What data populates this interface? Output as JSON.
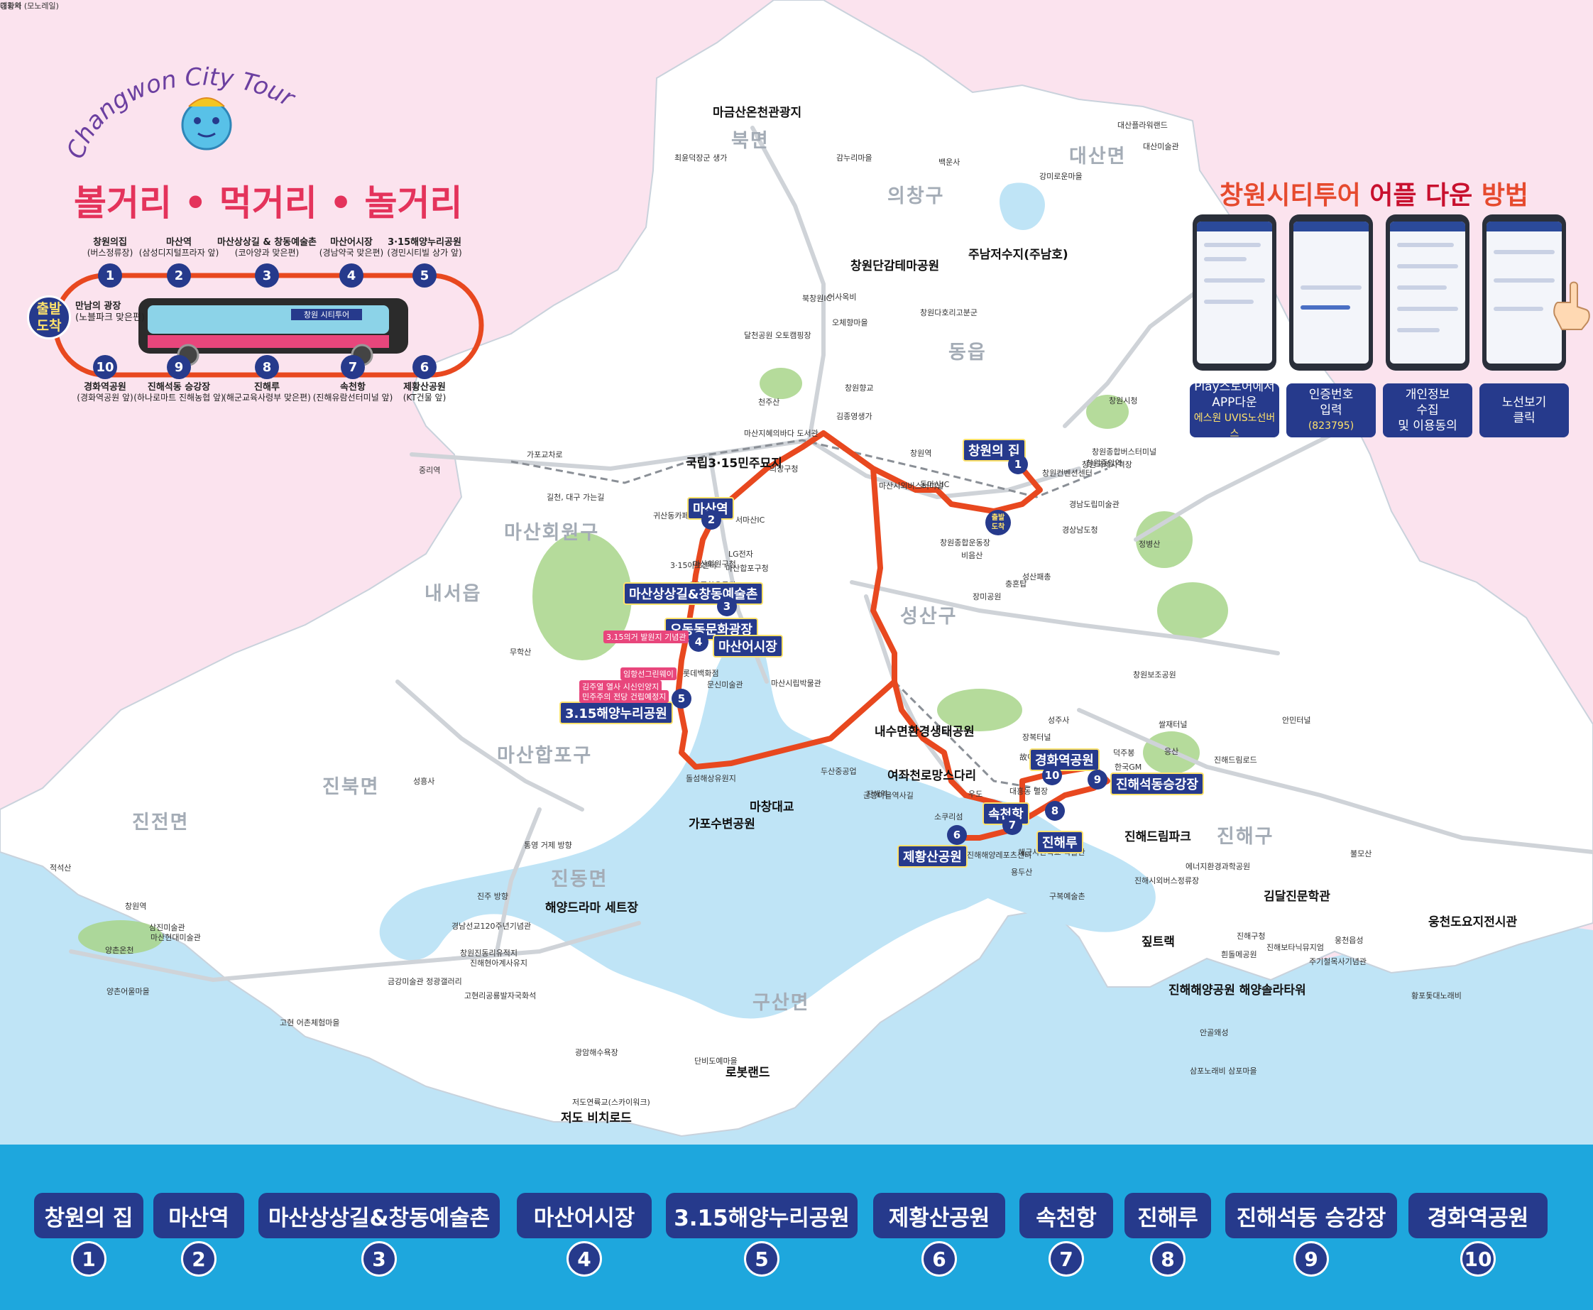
{
  "logo": {
    "script_text": "Changwon City Tour",
    "tagline": "볼거리 • 먹거리 • 놀거리"
  },
  "loop_route": {
    "start_badge": "출발\n도착",
    "meeting_point": {
      "name": "만남의 광장",
      "sub": "(노블파크 맞은편)"
    },
    "top_stops": [
      {
        "num": "1",
        "name": "창원의집",
        "sub": "(버스정류장)"
      },
      {
        "num": "2",
        "name": "마산역",
        "sub": "(삼성디지털프라자 앞)"
      },
      {
        "num": "3",
        "name": "마산상상길 & 창동예술촌",
        "sub": "(코아양과 맞은편)"
      },
      {
        "num": "4",
        "name": "마산어시장",
        "sub": "(경남약국 맞은편)"
      },
      {
        "num": "5",
        "name": "3·15해양누리공원",
        "sub": "(경민시티빌 상가 앞)"
      }
    ],
    "bottom_stops": [
      {
        "num": "10",
        "name": "경화역공원",
        "sub": "(경화역공원 앞)"
      },
      {
        "num": "9",
        "name": "진해석동 승강장",
        "sub": "(하나로마트 진해농협 앞)"
      },
      {
        "num": "8",
        "name": "진해루",
        "sub": "(해군교육사령부 맞은편)"
      },
      {
        "num": "7",
        "name": "속천항",
        "sub": "(진해유람선터미널 앞)"
      },
      {
        "num": "6",
        "name": "제황산공원",
        "sub": "(KT건물 앞)"
      }
    ],
    "bus_sign": "창원 시티투어"
  },
  "app_guide": {
    "title_prefix": "창원시티투어 ",
    "title_highlight": "어플 다운",
    "title_suffix": " 방법",
    "steps": [
      {
        "lines": [
          "Play스토어에서",
          "APP다운"
        ],
        "sub": "에스원 UVIS노선버스"
      },
      {
        "lines": [
          "인증번호",
          "입력"
        ],
        "sub": "(823795)"
      },
      {
        "lines": [
          "개인정보",
          "수집",
          "및 이용동의"
        ],
        "sub": ""
      },
      {
        "lines": [
          "노선보기",
          "클릭"
        ],
        "sub": ""
      }
    ]
  },
  "map": {
    "districts": [
      "북면",
      "대산면",
      "의창구",
      "동읍",
      "마산회원구",
      "내서읍",
      "성산구",
      "마산합포구",
      "진북면",
      "진전면",
      "진동면",
      "구산면",
      "진해구"
    ],
    "attractions": [
      "마금산온천관광지",
      "창원단감테마공원",
      "주남저수지(주남호)",
      "국립3·15민주묘지",
      "가포수변공원",
      "마창대교",
      "내수면환경생태공원",
      "여좌천로망스다리",
      "진해드림파크",
      "김달진문학관",
      "웅천도요지전시관",
      "해양드라마 세트장",
      "로봇랜드",
      "저도 비치로드",
      "진해해양공원 해양솔라타워",
      "짚트랙"
    ],
    "small_labels": [
      "최윤덕장군 생가",
      "감누리마을",
      "백운사",
      "대산플라워랜드",
      "대산미술관",
      "강미로운마을",
      "북창원IC",
      "어사옥비",
      "오체향마을",
      "창원다호리고분군",
      "달천공원 오토캠핑장",
      "천주산",
      "창원향교",
      "김종영생가",
      "마산지혜의바다 도서관",
      "창원역",
      "의창구청",
      "동마산IC",
      "마산시외버스터미널",
      "창원종합버스터미널",
      "창원컨벤션센터",
      "창원국제사격장",
      "경남도립미술관",
      "창원중앙역",
      "경상남도청",
      "창원시청",
      "정병산",
      "비음산",
      "창원종합운동장",
      "충혼탑",
      "성산패총",
      "장미공원",
      "LG전자",
      "3·15아트센터",
      "마산회원구청",
      "마산종합운동장",
      "마산합포구청",
      "롯데백화점",
      "문신미술관",
      "벽화마을",
      "마산시립박물관",
      "두산중공업",
      "돌섬해상유원지",
      "귀산동카페거리",
      "가포교차로",
      "서마산IC",
      "중리역",
      "길천, 대구 가는길",
      "내서JC",
      "무학산",
      "쌀재터널",
      "성주사",
      "장복터널",
      "창원보조공원",
      "덕주봉",
      "한국GM",
      "안민터널",
      "불모산",
      "진해드림로드",
      "응산",
      "성흥사",
      "창원역",
      "삼진미술관",
      "마산현대미술관",
      "양촌온천",
      "양촌어울마을",
      "적석산",
      "통영 거제 방향",
      "진주 방향",
      "경남선교120주년기념관",
      "창원진동리유적지",
      "진해현아계사유지",
      "금강미술관 정광갤러리",
      "고현리공룡발자국화석",
      "고현 어촌체험마을",
      "광암해수욕장",
      "단비도예마을",
      "저도연륙교(스카이워크)",
      "구복예술촌",
      "용두산",
      "진해해양레포츠센터",
      "해군사관학교 박물관",
      "진해시외버스정류장",
      "에너지환경과학공원",
      "진해구청",
      "진해보타닉뮤지엄",
      "웅천읍성",
      "주기철목사기념관",
      "황포돛대노래비",
      "흰돌메공원",
      "안골왜성",
      "삼포노래비 삼포마을",
      "우도",
      "소쿠리섬",
      "진해역",
      "군항마을역사길",
      "대흥동 별장",
      "故이승만 대통령 별장",
      "경화역",
      "대광사 (모노레일)"
    ],
    "map_stop_labels": [
      "창원의 집",
      "마산역",
      "마산상상길&창동예술촌",
      "오동동문화광장",
      "마산어시장",
      "3.15해양누리공원",
      "제황산공원",
      "속천항",
      "진해루",
      "경화역공원",
      "진해석동승강장"
    ],
    "pink_labels": [
      "3.15의거 발원지 기념관",
      "임항선그린웨이",
      "김주열 열사 시신인양지",
      "민주주의 전당 건립예정지"
    ],
    "start_badge": "출발\n도착",
    "route_color": "#e8481f"
  },
  "bottom_stops": [
    {
      "name": "창원의 집",
      "num": "1"
    },
    {
      "name": "마산역",
      "num": "2"
    },
    {
      "name": "마산상상길&창동예술촌",
      "num": "3"
    },
    {
      "name": "마산어시장",
      "num": "4"
    },
    {
      "name": "3.15해양누리공원",
      "num": "5"
    },
    {
      "name": "제황산공원",
      "num": "6"
    },
    {
      "name": "속천항",
      "num": "7"
    },
    {
      "name": "진해루",
      "num": "8"
    },
    {
      "name": "진해석동 승강장",
      "num": "9"
    },
    {
      "name": "경화역공원",
      "num": "10"
    }
  ],
  "colors": {
    "route": "#e8481f",
    "navy": "#263a8c",
    "sea": "#bfe4f6",
    "land": "#ffffff",
    "bottom_bar": "#1ea7dd",
    "pink_bg": "#fbe3ee",
    "green": "#6ab04c",
    "title_pink": "#e4335b"
  }
}
